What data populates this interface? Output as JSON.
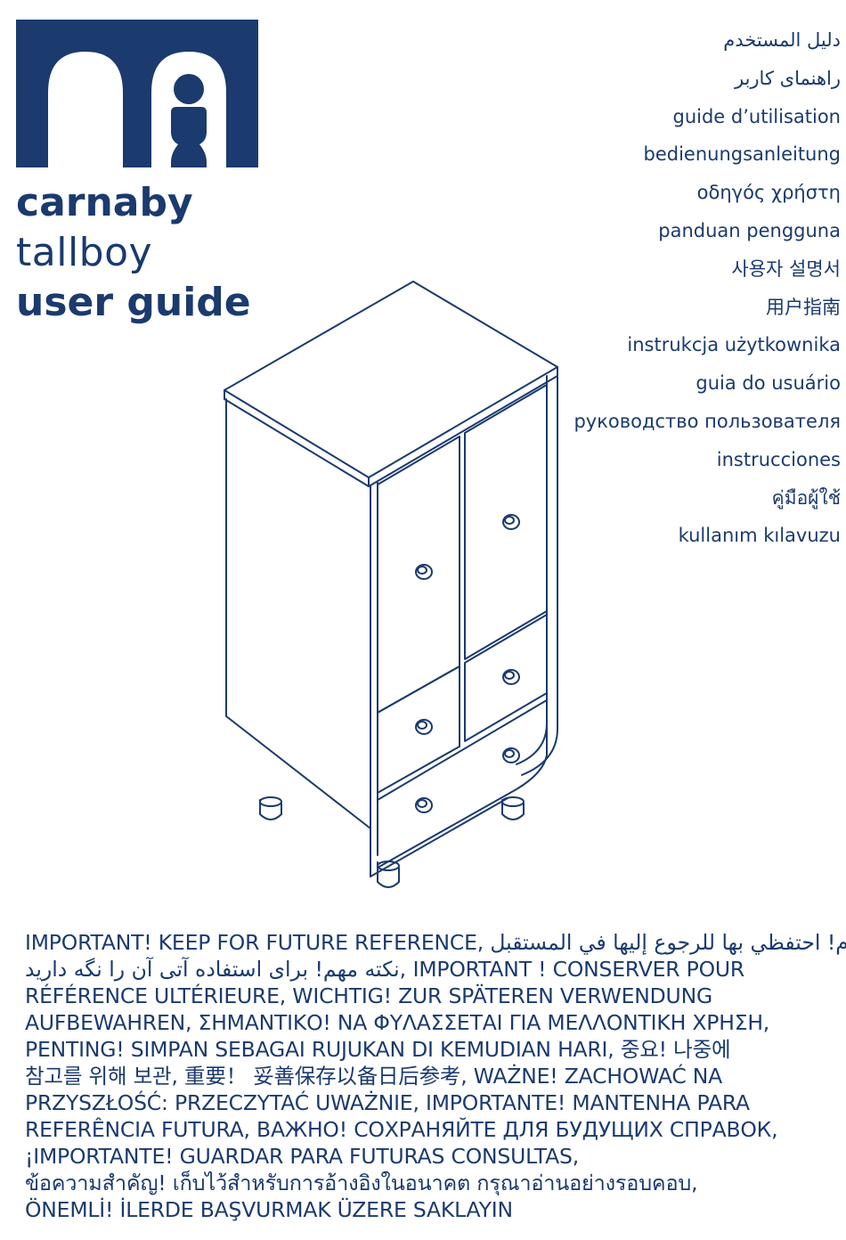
{
  "brand": {
    "logo_icon": "mothercare-m-logo-icon",
    "color": "#1b3a6e"
  },
  "title": {
    "line1": "carnaby",
    "line2": "tallboy",
    "line3": "user guide"
  },
  "languages": [
    "دليل المستخدم",
    "راهنمای کاربر",
    "guide d’utilisation",
    "bedienungsanleitung",
    "οδηγός χρήστη",
    "panduan pengguna",
    "사용자 설명서",
    "用户指南",
    "instrukcja użytkownika",
    "guia do usuário",
    "руководство пользователя",
    "instrucciones",
    "คู่มือผู้ใช้",
    "kullanım kılavuzu"
  ],
  "illustration": {
    "icon": "tallboy-wardrobe-line-drawing"
  },
  "important_lines": [
    "IMPORTANT! KEEP FOR FUTURE REFERENCE, هام! احتفظي بها للرجوع إليها في المستقبل",
    "نکته مهم! برای استفاده آتی آن را نگه دارید, IMPORTANT ! CONSERVER POUR",
    "RÉFÉRENCE ULTÉRIEURE, WICHTIG! ZUR SPÄTEREN VERWENDUNG",
    "AUFBEWAHREN, ΣΗΜΑΝΤΙΚΟ!  ΝΑ ΦΥΛΑΣΣΕΤΑΙ ΓΙΑ ΜΕΛΛΟΝΤΙΚΗ ΧΡΗΣΗ,",
    "PENTING! SIMPAN SEBAGAI RUJUKAN DI KEMUDIAN HARI, 중요! 나중에",
    "참고를 위해 보관, 重要！ 妥善保存以备日后参考, WAŻNE! ZACHOWAĆ NA",
    "PRZYSZŁOŚĆ: PRZECZYTAĆ UWAŻNIE, IMPORTANTE! MANTENHA PARA",
    "REFERÊNCIA FUTURA, ВАЖНО! СОХРАНЯЙТЕ ДЛЯ БУДУЩИХ СПРАВОК,",
    "¡IMPORTANTE! GUARDAR PARA FUTURAS CONSULTAS,",
    "ข้อความสำคัญ! เก็บไว้สำหรับการอ้างอิงในอนาคต กรุณาอ่านอย่างรอบคอบ,",
    "ÖNEMLİ! İLERDE BAŞVURMAK ÜZERE SAKLAYIN"
  ]
}
